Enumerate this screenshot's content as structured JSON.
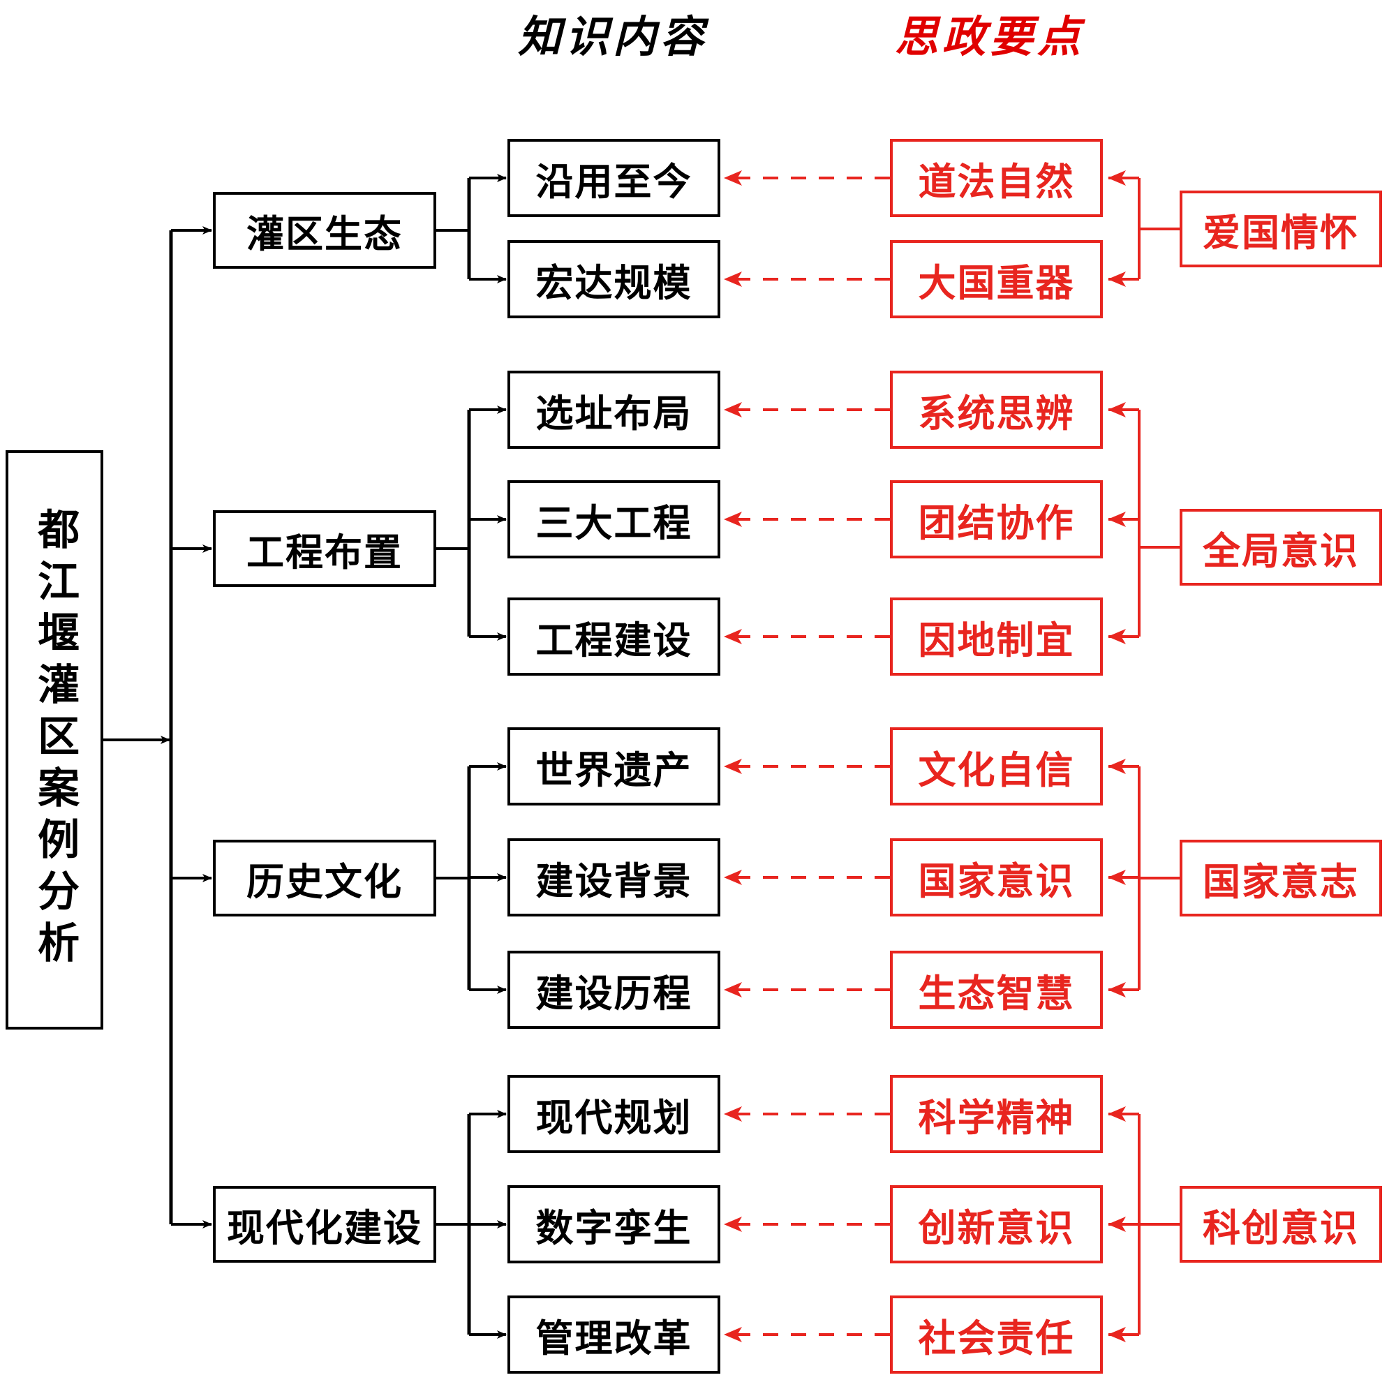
{
  "headers": {
    "knowledge": "知识内容",
    "ideology": "思政要点"
  },
  "colors": {
    "black": "#000000",
    "red": "#e8251f",
    "background": "#ffffff"
  },
  "root": {
    "label": "都江堰灌区案例分析"
  },
  "groups": [
    {
      "id": "ecology",
      "category": "灌区生态",
      "knowledge": [
        "沿用至今",
        "宏达规模"
      ],
      "ideology": [
        "道法自然",
        "大国重器"
      ],
      "summary": "爱国情怀"
    },
    {
      "id": "layout",
      "category": "工程布置",
      "knowledge": [
        "选址布局",
        "三大工程",
        "工程建设"
      ],
      "ideology": [
        "系统思辨",
        "团结协作",
        "因地制宜"
      ],
      "summary": "全局意识"
    },
    {
      "id": "history",
      "category": "历史文化",
      "knowledge": [
        "世界遗产",
        "建设背景",
        "建设历程"
      ],
      "ideology": [
        "文化自信",
        "国家意识",
        "生态智慧"
      ],
      "summary": "国家意志"
    },
    {
      "id": "modern",
      "category": "现代化建设",
      "knowledge": [
        "现代规划",
        "数字孪生",
        "管理改革"
      ],
      "ideology": [
        "科学精神",
        "创新意识",
        "社会责任"
      ],
      "summary": "科创意识"
    }
  ]
}
